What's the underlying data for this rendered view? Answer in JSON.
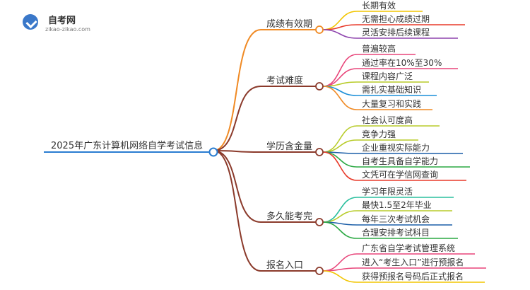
{
  "logo": {
    "title": "自考网",
    "subtitle": "zikao-zikao.com"
  },
  "root": {
    "label": "2025年广东计算机网络自学考试信息"
  },
  "branches": [
    {
      "label": "成绩有效期",
      "color": "#f08a24",
      "children": [
        {
          "label": "长期有效",
          "color": "#f2c500"
        },
        {
          "label": "无需担心成绩过期",
          "color": "#e83a2a"
        },
        {
          "label": "灵活安排后续课程",
          "color": "#8e44ad"
        }
      ]
    },
    {
      "label": "考试难度",
      "color": "#8b3a2b",
      "children": [
        {
          "label": "普遍较高",
          "color": "#e8457a"
        },
        {
          "label": "通过率在10%至30%",
          "color": "#e8457a"
        },
        {
          "label": "课程内容广泛",
          "color": "#b8cc2a"
        },
        {
          "label": "需扎实基础知识",
          "color": "#1c8fd8"
        },
        {
          "label": "大量复习和实践",
          "color": "#f08a24"
        }
      ]
    },
    {
      "label": "学历含金量",
      "color": "#8b3a2b",
      "children": [
        {
          "label": "社会认可度高",
          "color": "#b8cc2a"
        },
        {
          "label": "竞争力强",
          "color": "#b8cc2a"
        },
        {
          "label": "企业重视实际能力",
          "color": "#1c5fa8"
        },
        {
          "label": "自考生具备自学能力",
          "color": "#2aa842"
        },
        {
          "label": "文凭可在学信网查询",
          "color": "#e83a2a"
        }
      ]
    },
    {
      "label": "多久能考完",
      "color": "#8b3a2b",
      "children": [
        {
          "label": "学习年限灵活",
          "color": "#2abf9e"
        },
        {
          "label": "最快1.5至2年毕业",
          "color": "#b8cc2a"
        },
        {
          "label": "每年三次考试机会",
          "color": "#1c5fa8"
        },
        {
          "label": "合理安排考试科目",
          "color": "#2aa842"
        }
      ]
    },
    {
      "label": "报名入口",
      "color": "#8b3a2b",
      "children": [
        {
          "label": "广东省自学考试管理系统",
          "color": "#e8457a"
        },
        {
          "label": "进入“考生入口”进行预报名",
          "color": "#e8457a"
        },
        {
          "label": "获得预报名号码后正式报名",
          "color": "#f2c500"
        }
      ]
    }
  ]
}
